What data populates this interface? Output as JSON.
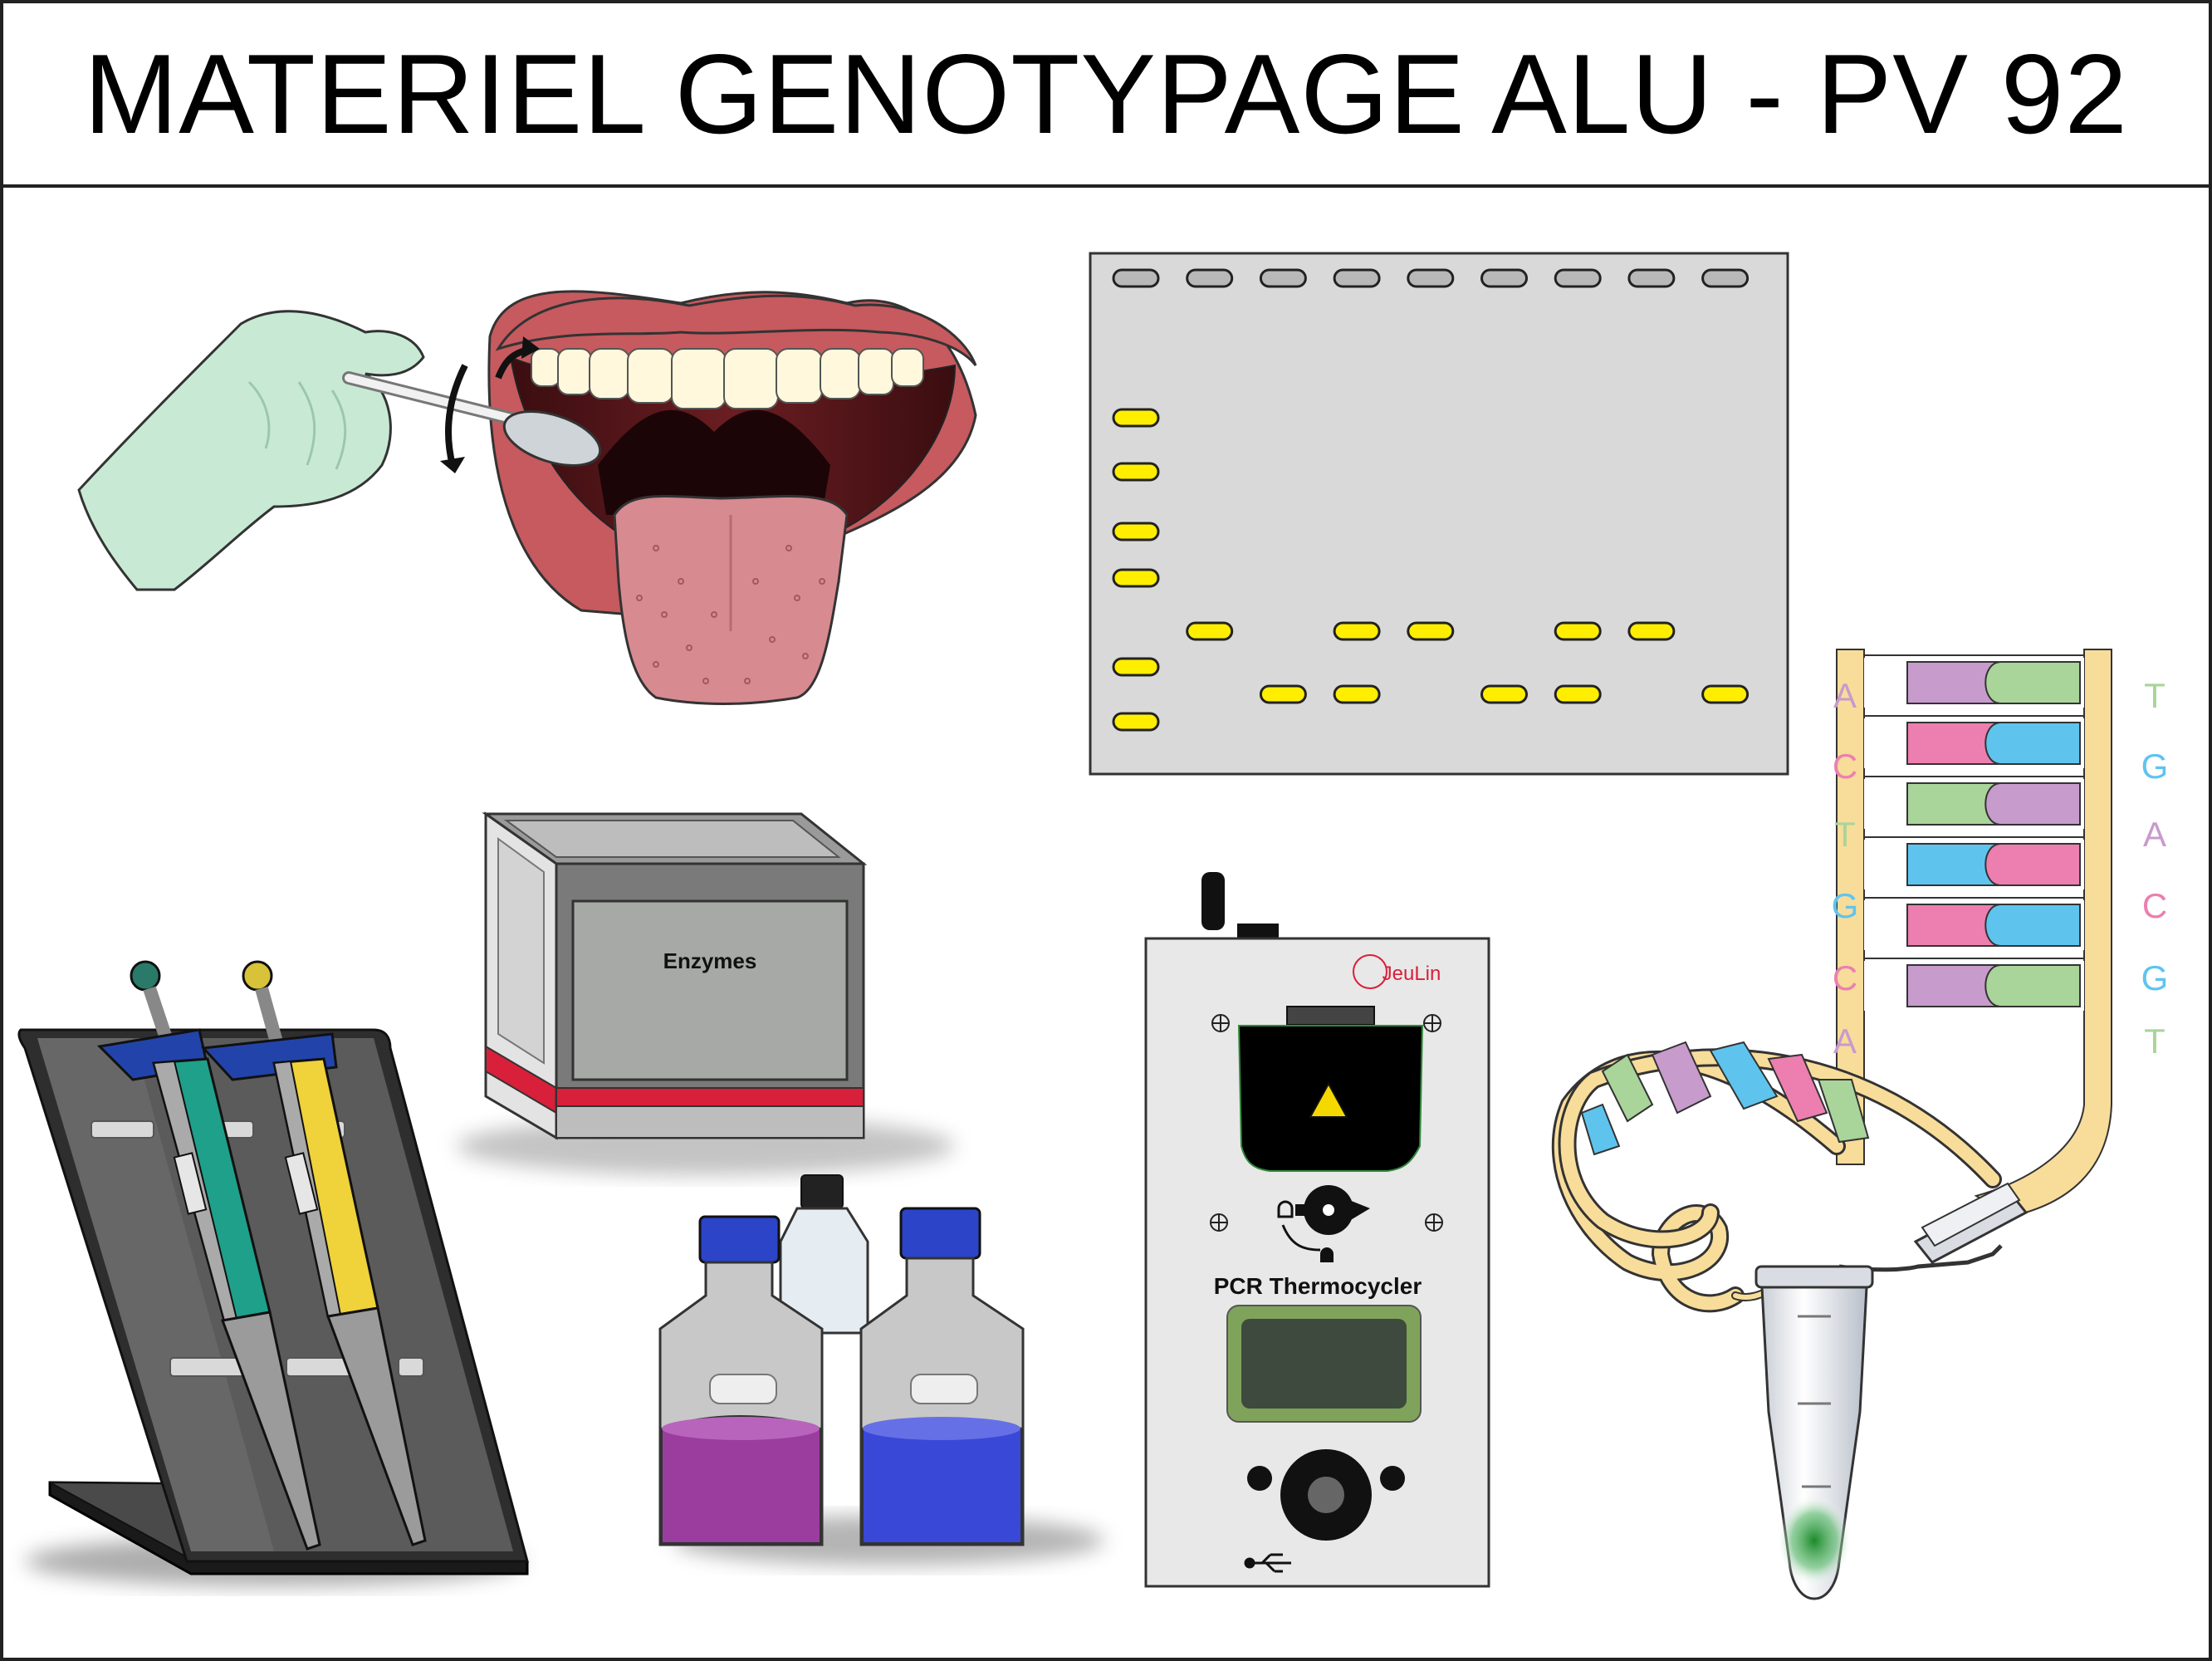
{
  "title": "MATERIEL GENOTYPAGE ALU - PV 92",
  "icons": {
    "swab": "mouth-swab-icon",
    "gel": "electrophoresis-gel-icon",
    "incubator": "enzyme-incubator-icon",
    "pipettes": "micropipette-rack-icon",
    "bottles": "reagent-bottles-icon",
    "thermocycler": "pcr-thermocycler-icon",
    "dna": "dna-double-helix-icon",
    "tube": "microcentrifuge-tube-icon"
  },
  "incubator": {
    "label": "Enzymes"
  },
  "thermocycler": {
    "brand": "JeuLin",
    "label": "PCR Thermocycler"
  },
  "dna": {
    "left_bases": [
      "A",
      "C",
      "T",
      "G",
      "C",
      "A"
    ],
    "right_bases": [
      "T",
      "G",
      "A",
      "C",
      "G",
      "T"
    ]
  },
  "gel": {
    "wells": 9,
    "bands": [
      {
        "lane": 1,
        "level": 1
      },
      {
        "lane": 1,
        "level": 2
      },
      {
        "lane": 1,
        "level": 3
      },
      {
        "lane": 1,
        "level": 4
      },
      {
        "lane": 1,
        "level": 5
      },
      {
        "lane": 1,
        "level": 6
      },
      {
        "lane": 2,
        "level": 7
      },
      {
        "lane": 3,
        "level": 8
      },
      {
        "lane": 4,
        "level": 7
      },
      {
        "lane": 4,
        "level": 8
      },
      {
        "lane": 5,
        "level": 7
      },
      {
        "lane": 6,
        "level": 8
      },
      {
        "lane": 7,
        "level": 7
      },
      {
        "lane": 7,
        "level": 8
      },
      {
        "lane": 8,
        "level": 7
      },
      {
        "lane": 9,
        "level": 8
      }
    ]
  },
  "colors": {
    "band": "#ffee00",
    "gel_bg": "#d9d9d9",
    "base_A": "#c79bcc",
    "base_T": "#a9d49a",
    "base_G": "#5ec4ee",
    "base_C": "#ec7fb0",
    "accent_red": "#d8203a"
  }
}
